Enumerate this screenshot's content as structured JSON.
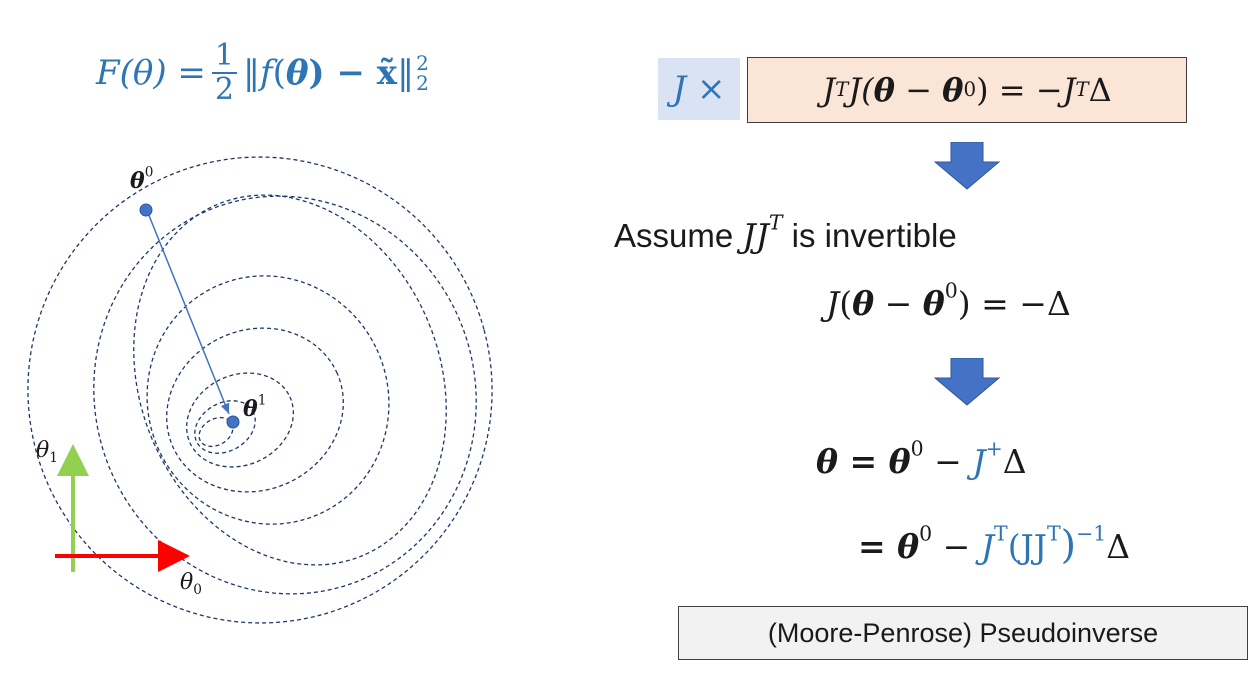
{
  "objective": {
    "lhs": "F(θ) =",
    "frac_num": "1",
    "frac_den": "2",
    "norm_open": "‖",
    "f": "f",
    "paren_open": "(",
    "theta_bold": "θ",
    "minus_x": ") − x̃",
    "norm_close": "‖",
    "sup": "2",
    "sub": "2"
  },
  "diagram": {
    "theta0_label": "θ",
    "theta0_sup": "0",
    "theta1_label": "θ",
    "theta1_sup": "1",
    "axis_y_label": "θ",
    "axis_y_sub": "1",
    "axis_x_label": "θ",
    "axis_x_sub": "0",
    "colors": {
      "contour": "#1f3864",
      "point": "#4472c4",
      "arrow": "#4472c4",
      "axis_x": "#ff0000",
      "axis_y": "#92d050"
    }
  },
  "left_multiplier": "J ×",
  "boxed_equation": {
    "J1": "J",
    "T1": "T",
    "J2": "J(",
    "theta": "θ",
    "minus": " − ",
    "theta0": "θ",
    "sup0": "0",
    "close": ") = −",
    "J3": "J",
    "T2": "T",
    "delta": "Δ"
  },
  "assume_line": {
    "prefix": "Assume ",
    "JJ": "JJ",
    "T": "T",
    "suffix": " is invertible"
  },
  "eq2": {
    "J": "J",
    "open": "(",
    "theta": "θ",
    "minus": " − ",
    "theta0": "θ",
    "sup0": "0",
    "rest": ") = −Δ"
  },
  "eq3": {
    "theta": "θ",
    "eq": " = ",
    "theta0": "θ",
    "sup0": "0",
    "minus": " − ",
    "J": "J",
    "plus": "+",
    "delta": "Δ"
  },
  "eq4": {
    "eq": "= ",
    "theta0": "θ",
    "sup0": "0",
    "minus": " − ",
    "J": "J",
    "T": "T",
    "paren": "(JJ",
    "T2": "T",
    "close": ")",
    "inv": "−1",
    "delta": "Δ"
  },
  "pseudoinverse_label": "(Moore-Penrose) Pseudoinverse",
  "colors": {
    "blue_text": "#2e75b6",
    "j_box_fill": "#dae3f3",
    "eq_box_fill": "#fbe5d6",
    "pinv_box_fill": "#f2f2f2",
    "down_arrow": "#4472c4"
  }
}
